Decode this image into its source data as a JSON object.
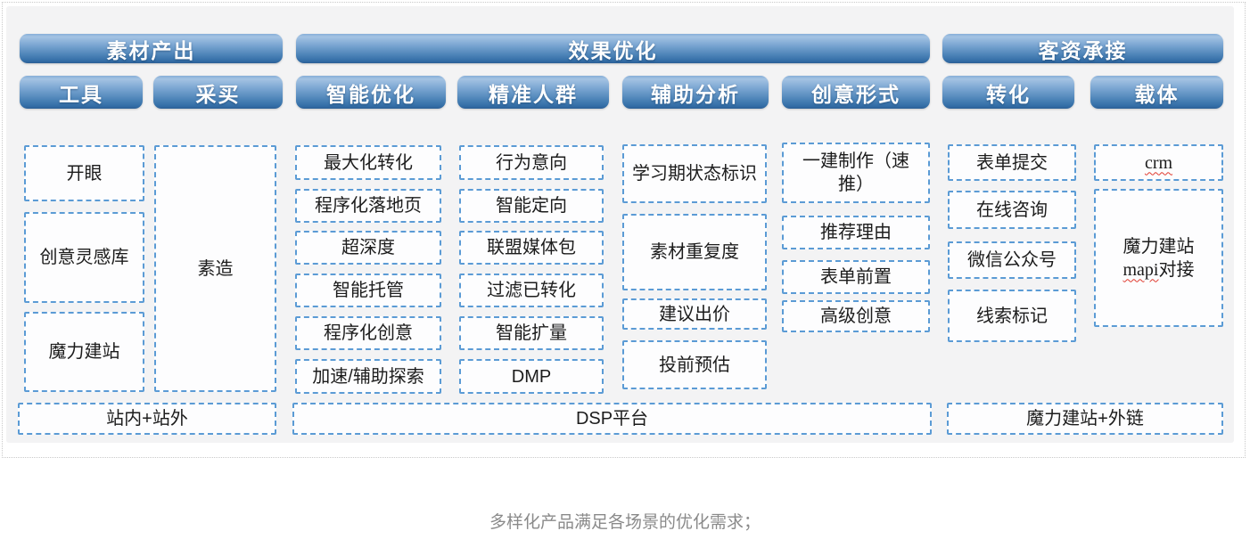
{
  "diagram": {
    "caption": "多样化产品满足各场景的优化需求；",
    "groups": [
      {
        "title": "素材产出",
        "columns": [
          {
            "title": "工具",
            "items": [
              "开眼",
              "创意灵感库",
              "魔力建站"
            ]
          },
          {
            "title": "采买",
            "items": [
              "素造"
            ]
          }
        ],
        "footer": "站内+站外"
      },
      {
        "title": "效果优化",
        "columns": [
          {
            "title": "智能优化",
            "items": [
              "最大化转化",
              "程序化落地页",
              "超深度",
              "智能托管",
              "程序化创意",
              "加速/辅助探索"
            ]
          },
          {
            "title": "精准人群",
            "items": [
              "行为意向",
              "智能定向",
              "联盟媒体包",
              "过滤已转化",
              "智能扩量",
              "DMP"
            ]
          },
          {
            "title": "辅助分析",
            "items": [
              "学习期状态标识",
              "素材重复度",
              "建议出价",
              "投前预估"
            ]
          },
          {
            "title": "创意形式",
            "items": [
              "一建制作（速推）",
              "推荐理由",
              "表单前置",
              "高级创意"
            ]
          }
        ],
        "footer": "DSP平台"
      },
      {
        "title": "客资承接",
        "columns": [
          {
            "title": "转化",
            "items": [
              "表单提交",
              "在线咨询",
              "微信公众号",
              "线索标记"
            ]
          },
          {
            "title": "载体",
            "items": [
              "crm"
            ],
            "tall_box": {
              "line1": "魔力建站",
              "wavy": "mapi",
              "rest": "对接"
            }
          }
        ],
        "footer": "魔力建站+外链"
      }
    ],
    "colors": {
      "accent_border": "#5b9bd5",
      "bar_gradient_top": "#a4c3e3",
      "bar_gradient_bottom": "#2d6096",
      "squiggle_red": "#e0392e",
      "caption_gray": "#8a8a8a",
      "panel_bg": "#f3f3f4"
    }
  }
}
